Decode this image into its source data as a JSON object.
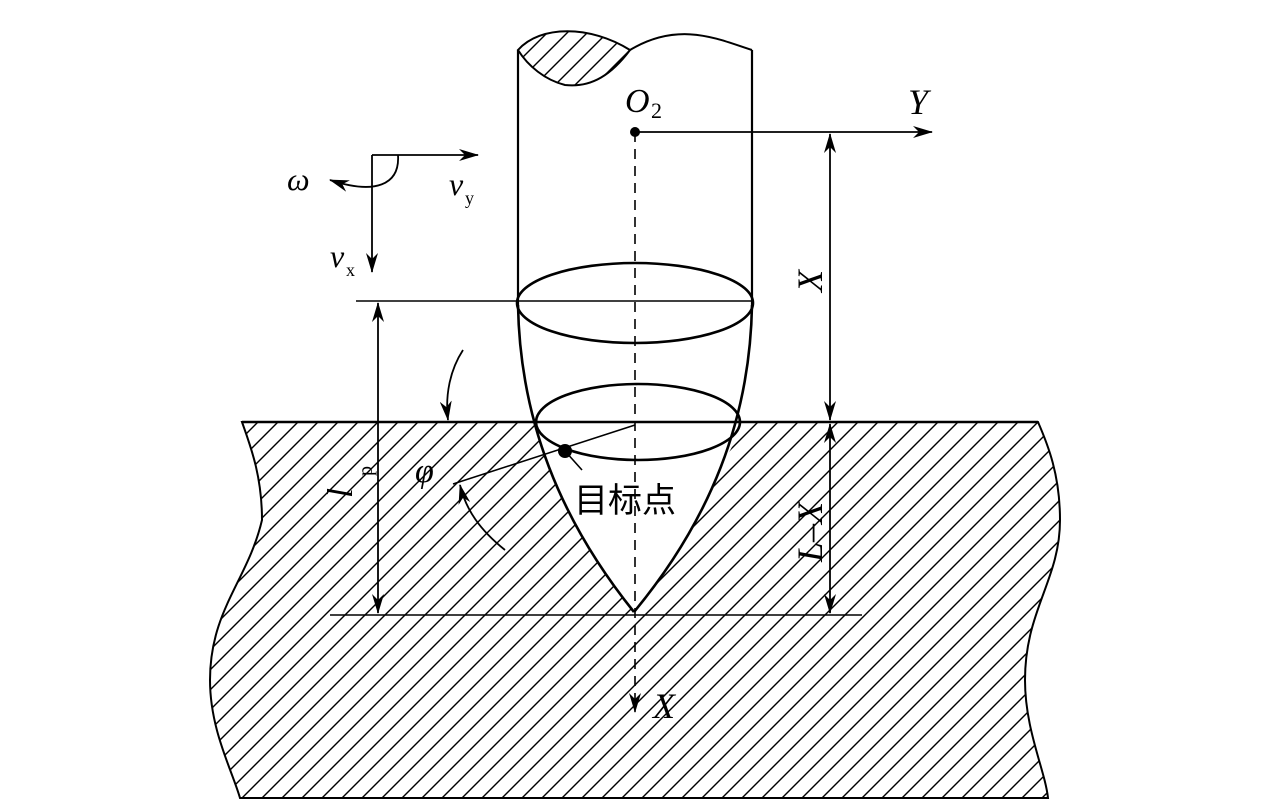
{
  "diagram": {
    "labels": {
      "origin": "O",
      "origin_sub": "2",
      "axis_y": "Y",
      "axis_x": "X",
      "dim_x": "X",
      "dim_l_minus_x": "L–X",
      "lp": "l",
      "lp_sub": "p",
      "phi": "φ",
      "omega": "ω",
      "vy": "v",
      "vy_sub": "y",
      "vx": "v",
      "vx_sub": "x",
      "target_point": "目标点"
    },
    "colors": {
      "stroke": "#000000",
      "background": "#ffffff"
    }
  }
}
